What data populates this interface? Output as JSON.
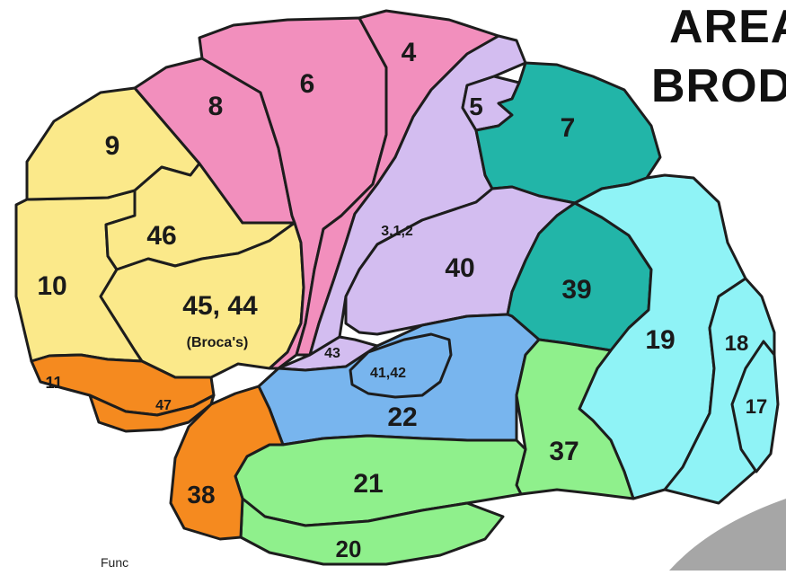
{
  "title_lines": [
    "AREA",
    "BROD"
  ],
  "caption": "Func",
  "colors": {
    "prefrontal_yellow": "#fbe98a",
    "motor_pink": "#f28fbd",
    "somatosensory_lavender": "#d3bdf0",
    "parietal_teal": "#22b5a8",
    "visual_cyan": "#8ff3f6",
    "auditory_blue": "#78b5ee",
    "temporal_green": "#8ff08c",
    "temporal_pole_orange": "#f58a1f"
  },
  "regions": [
    {
      "id": "10",
      "label": "10"
    },
    {
      "id": "9",
      "label": "9"
    },
    {
      "id": "46",
      "label": "46"
    },
    {
      "id": "45_44",
      "label": "45, 44",
      "sublabel": "(Broca's)"
    },
    {
      "id": "8",
      "label": "8"
    },
    {
      "id": "6",
      "label": "6"
    },
    {
      "id": "4",
      "label": "4"
    },
    {
      "id": "5",
      "label": "5"
    },
    {
      "id": "7",
      "label": "7"
    },
    {
      "id": "3_1_2",
      "label": "3,1,2"
    },
    {
      "id": "40",
      "label": "40"
    },
    {
      "id": "39",
      "label": "39"
    },
    {
      "id": "43",
      "label": "43"
    },
    {
      "id": "41_42",
      "label": "41,42"
    },
    {
      "id": "22",
      "label": "22"
    },
    {
      "id": "19",
      "label": "19"
    },
    {
      "id": "18",
      "label": "18"
    },
    {
      "id": "17",
      "label": "17"
    },
    {
      "id": "37",
      "label": "37"
    },
    {
      "id": "21",
      "label": "21"
    },
    {
      "id": "20",
      "label": "20"
    },
    {
      "id": "38",
      "label": "38"
    },
    {
      "id": "11",
      "label": "11"
    },
    {
      "id": "47",
      "label": "47"
    }
  ]
}
